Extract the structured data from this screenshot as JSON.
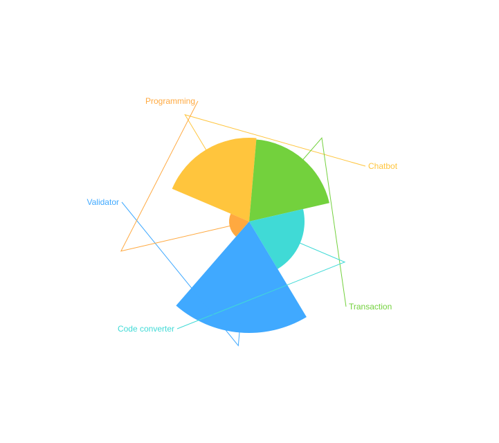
{
  "chart_data": {
    "type": "pie",
    "variant": "rose",
    "title": "",
    "categories": [
      "Chatbot",
      "Transaction",
      "Code converter",
      "Validator",
      "Programming"
    ],
    "values": [
      121,
      119,
      80,
      161,
      29
    ],
    "colors": [
      "#ffc53d",
      "#73d13d",
      "#40dad6",
      "#40a9ff",
      "#ffa940"
    ],
    "legend": "none",
    "label_placement": "outside"
  }
}
